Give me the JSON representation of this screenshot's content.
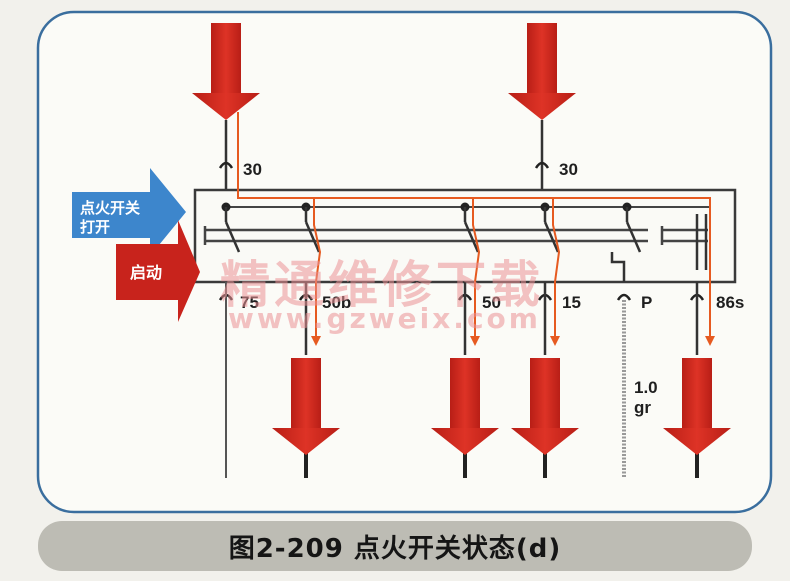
{
  "caption": "图2-209   点火开关状态(d)",
  "badges": {
    "blue_line1": "点火开关",
    "blue_line2": "打开",
    "red": "启动"
  },
  "terminals": {
    "top_left": "30",
    "top_right": "30",
    "t75": "75",
    "t50b": "50b",
    "t50": "50",
    "t15": "15",
    "tP": "P",
    "t86s": "86s"
  },
  "wire_label": {
    "line1": "1.0",
    "line2": "gr"
  },
  "watermark": {
    "chinese": "精通维修下载",
    "url": "www.gzweix.com"
  },
  "colors": {
    "arrow_red": "#d42a20",
    "blue_badge": "#3d86cc",
    "frame_blue": "#3a6e9e",
    "current_path": "#e65a20"
  }
}
